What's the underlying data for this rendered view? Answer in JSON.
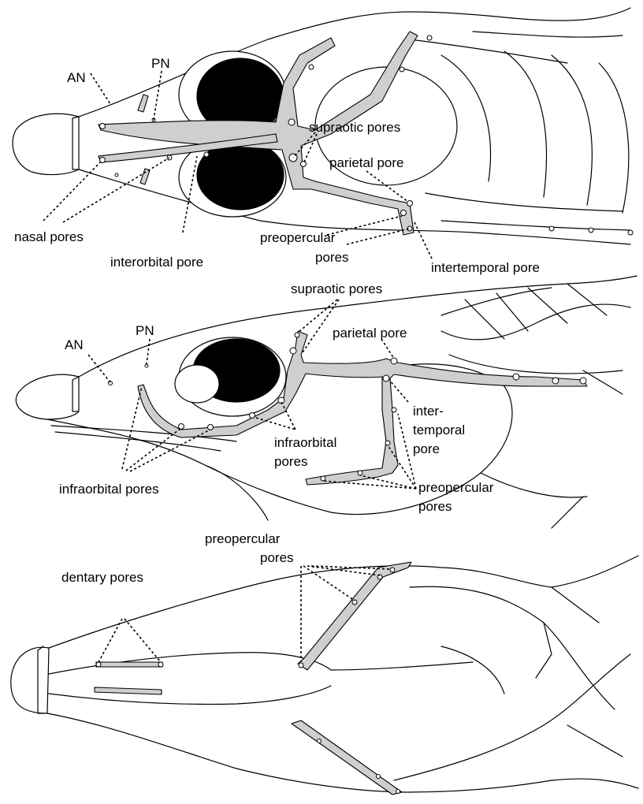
{
  "figure": {
    "panels": [
      {
        "id": "dorsal",
        "labels": {
          "an": "AN",
          "pn": "PN",
          "nasal_pores": "nasal pores",
          "interorbital_pore": "interorbital pore",
          "supraotic_pores": "supraotic pores",
          "parietal_pore": "parietal pore",
          "preopercular_pores_1": "preopercular",
          "preopercular_pores_2": "pores",
          "intertemporal_pore": "intertemporal pore"
        }
      },
      {
        "id": "lateral",
        "labels": {
          "an": "AN",
          "pn": "PN",
          "supraotic_pores": "supraotic pores",
          "parietal_pore": "parietal pore",
          "intertemporal_1": "inter-",
          "intertemporal_2": "temporal",
          "intertemporal_3": "pore",
          "infraorbital_pores_upper_1": "infraorbital",
          "infraorbital_pores_upper_2": "pores",
          "infraorbital_pores_lower": "infraorbital pores",
          "preopercular_pores_1": "preopercular",
          "preopercular_pores_2": "pores"
        }
      },
      {
        "id": "ventral",
        "labels": {
          "preopercular_pores_1": "preopercular",
          "preopercular_pores_2": "pores",
          "dentary_pores": "dentary pores"
        }
      }
    ]
  }
}
